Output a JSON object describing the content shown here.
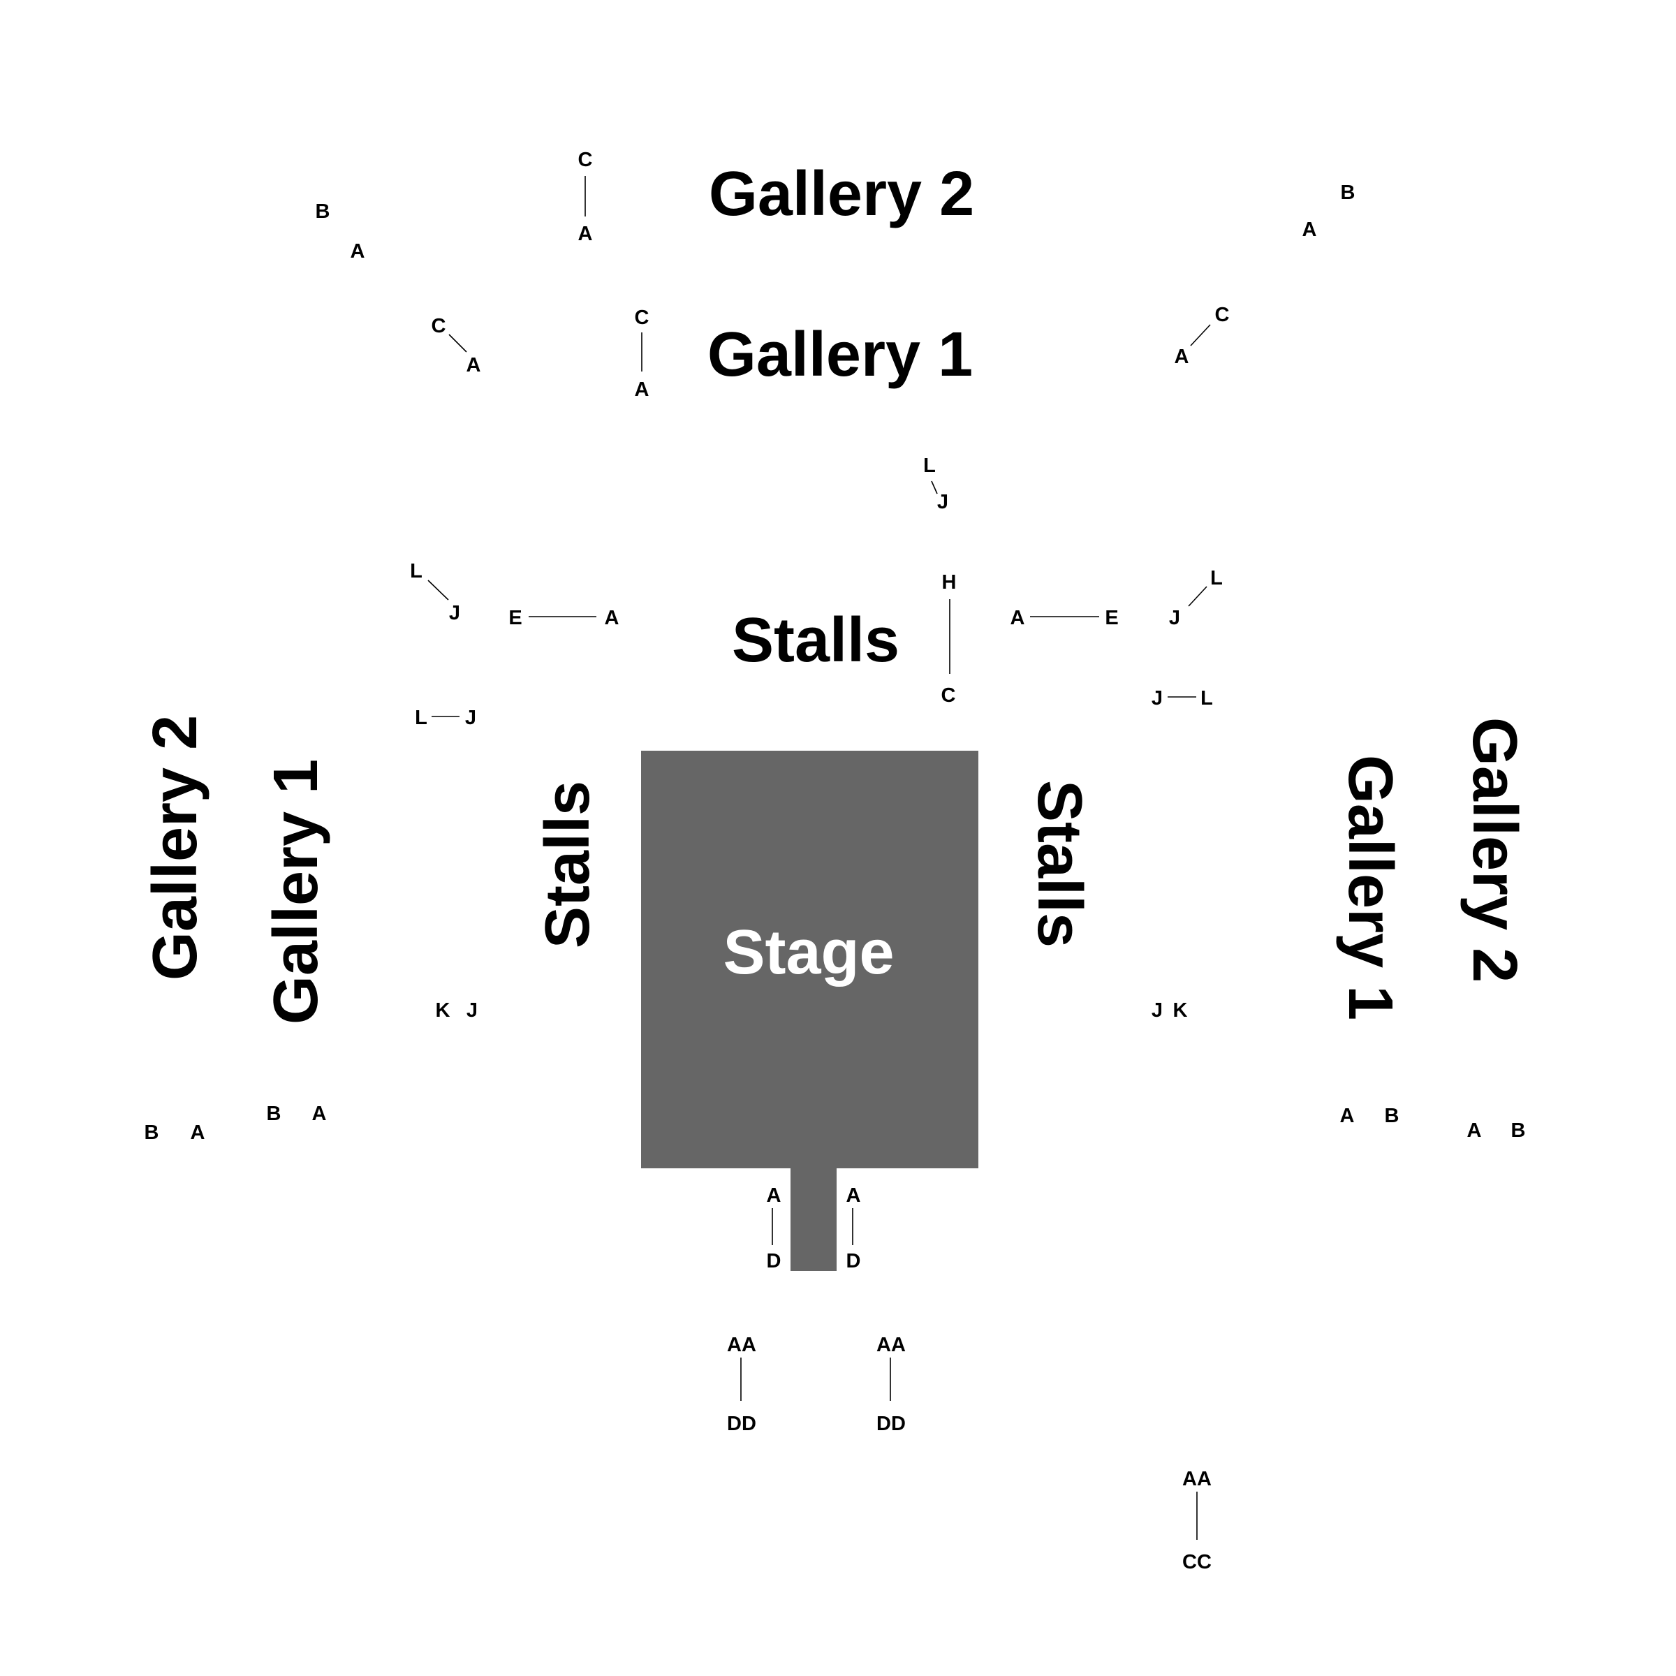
{
  "stage": {
    "label": "Stage",
    "color": "#666666"
  },
  "sections": {
    "gallery2_top": "Gallery 2",
    "gallery1_top": "Gallery 1",
    "stalls_top": "Stalls",
    "gallery2_left": "Gallery 2",
    "gallery1_left": "Gallery 1",
    "stalls_left": "Stalls",
    "stalls_right": "Stalls",
    "gallery1_right": "Gallery 1",
    "gallery2_right": "Gallery 2"
  },
  "rows": {
    "g2_ul_b": "B",
    "g2_ul_a": "A",
    "g2_c": "C",
    "g2_a": "A",
    "g2_ur_b": "B",
    "g2_ur_a": "A",
    "g1_ul_c": "C",
    "g1_ul_a": "A",
    "g1_c": "C",
    "g1_a": "A",
    "g1_ur_c": "C",
    "g1_ur_a": "A",
    "top_l": "L",
    "top_j": "J",
    "ul_l": "L",
    "ul_j": "J",
    "ul_e": "E",
    "ul_a": "A",
    "h": "H",
    "c": "C",
    "ur_a": "A",
    "ur_e": "E",
    "ur_l": "L",
    "ur_j": "J",
    "ml_l": "L",
    "ml_j": "J",
    "mr_j": "J",
    "mr_l": "L",
    "ll_k": "K",
    "ll_j": "J",
    "lr_j": "J",
    "lr_k": "K",
    "g2_lb_b": "B",
    "g2_lb_a": "A",
    "g1_lb_b": "B",
    "g1_lb_a": "A",
    "g1_rb_a": "A",
    "g1_rb_b": "B",
    "g2_rb_a": "A",
    "g2_rb_b": "B",
    "th_l_a": "A",
    "th_l_d": "D",
    "th_r_a": "A",
    "th_r_d": "D",
    "aa_l": "AA",
    "dd_l": "DD",
    "aa_r": "AA",
    "dd_r": "DD",
    "aa_br": "AA",
    "cc_br": "CC"
  }
}
